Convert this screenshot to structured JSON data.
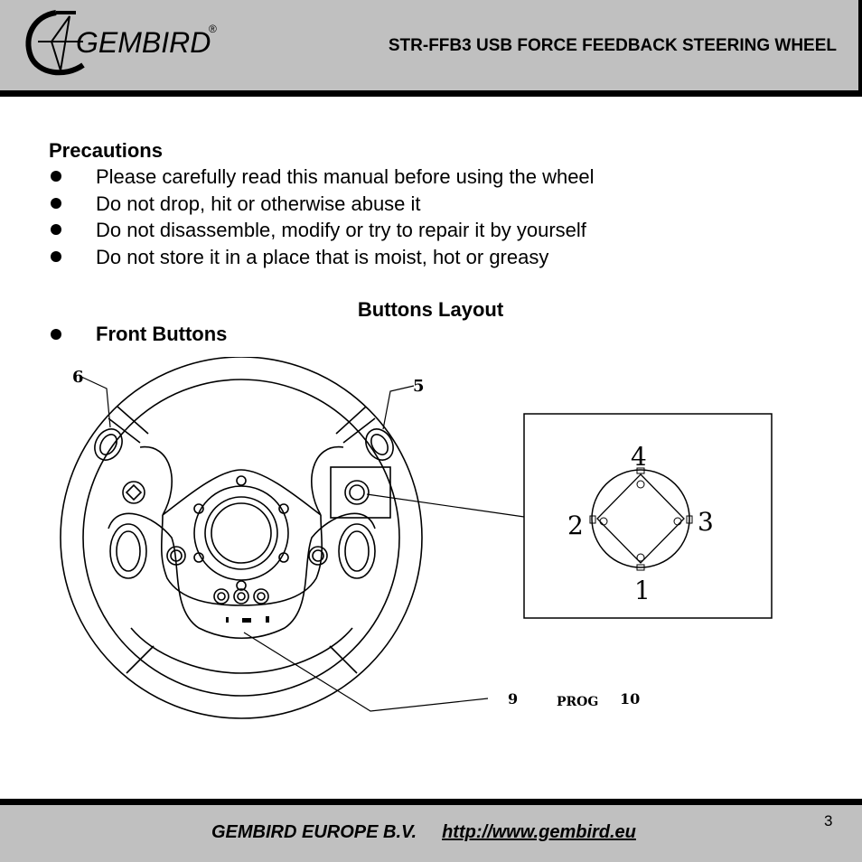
{
  "header": {
    "brand": "GEMBIRD",
    "registered": "®",
    "title": "STR-FFB3 USB FORCE FEEDBACK STEERING WHEEL"
  },
  "precautions": {
    "title": "Precautions",
    "items": [
      "Please carefully read this manual before using the wheel",
      "Do not drop, hit or otherwise abuse it",
      "Do not disassemble, modify or try to repair it by yourself",
      "Do not store it in a place that is moist, hot or greasy"
    ]
  },
  "layout": {
    "title": "Buttons Layout",
    "front_title": "Front Buttons"
  },
  "diagram": {
    "callouts": {
      "btn6": "6",
      "btn5": "5",
      "btn4": "4",
      "btn2": "2",
      "btn3": "3",
      "btn1": "1",
      "btn9": "9",
      "prog": "PROG",
      "btn10": "10"
    }
  },
  "footer": {
    "company": "GEMBIRD EUROPE B.V.",
    "url": "http://www.gembird.eu",
    "page": "3"
  }
}
